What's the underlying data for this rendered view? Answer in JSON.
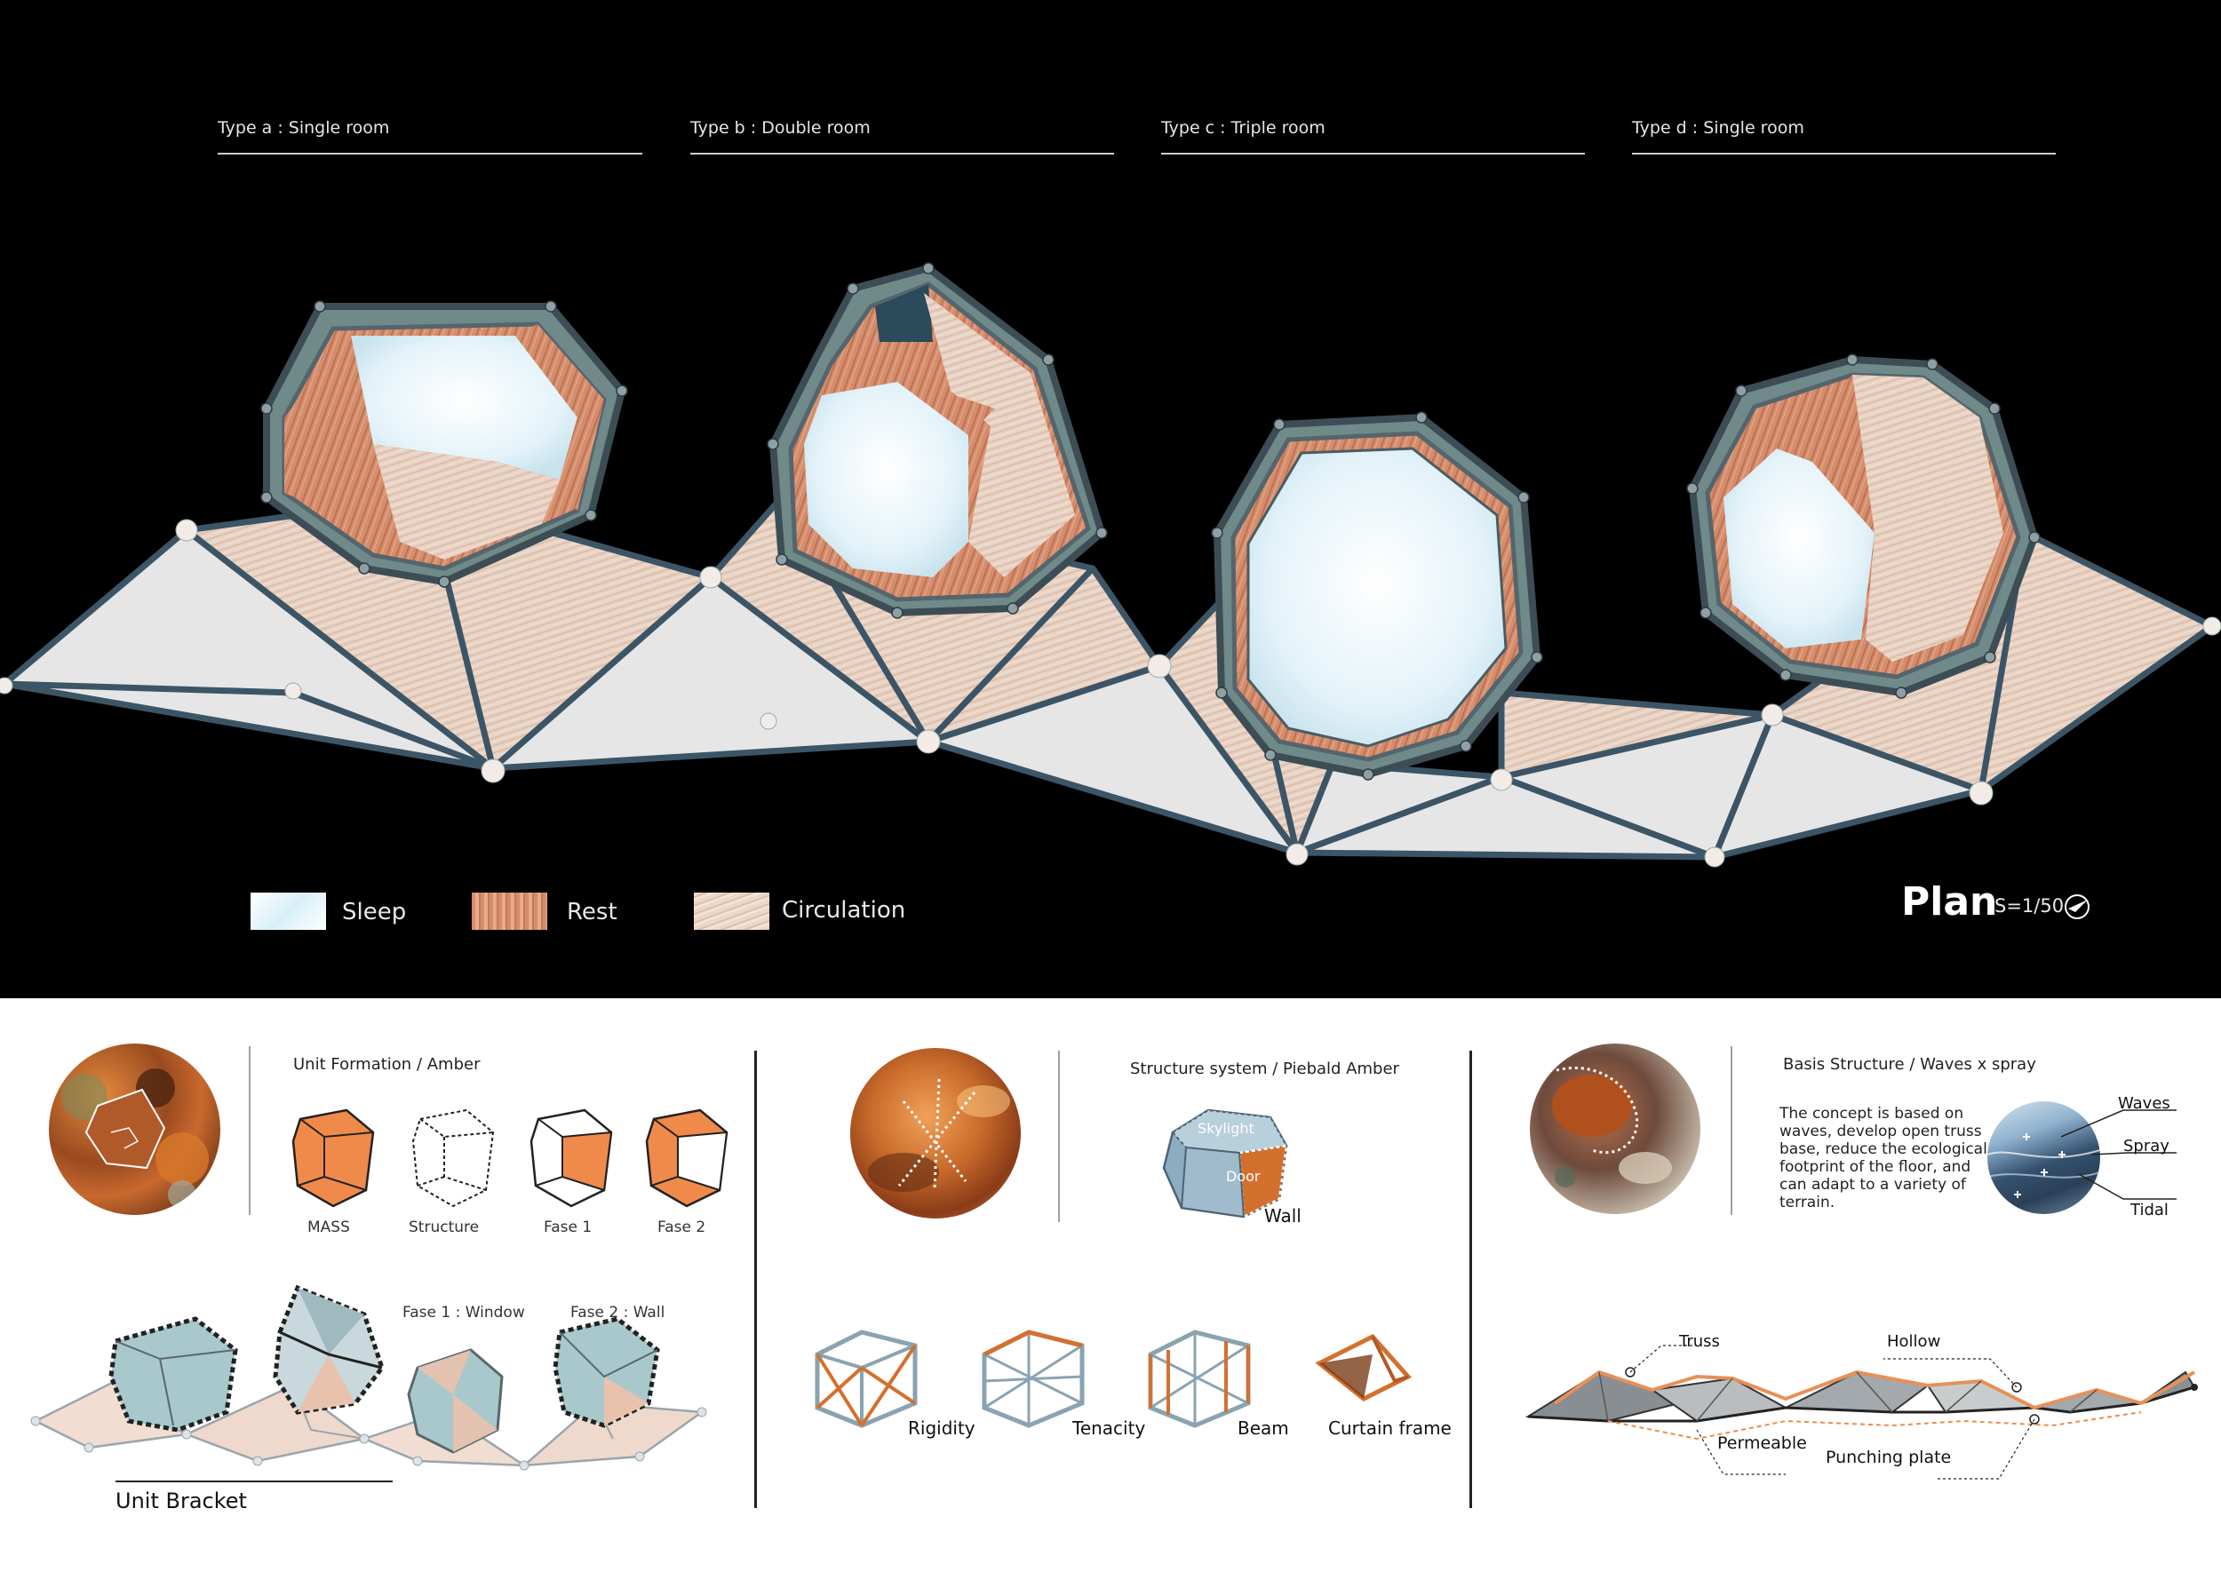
{
  "plan": {
    "types": [
      {
        "label": "Type a : Single room"
      },
      {
        "label": "Type b : Double room"
      },
      {
        "label": "Type c : Triple room"
      },
      {
        "label": "Type d : Single room"
      }
    ],
    "legend": [
      {
        "label": "Sleep",
        "color": "#e8f6fb"
      },
      {
        "label": "Rest",
        "color": "#d9967a"
      },
      {
        "label": "Circulation",
        "color": "#e7cfc0"
      }
    ],
    "title": "Plan",
    "scale": "S=1/50"
  },
  "unit_formation": {
    "title": "Unit Formation / Amber",
    "steps": [
      "MASS",
      "Structure",
      "Fase 1",
      "Fase 2"
    ],
    "phase_labels": [
      "Fase 1 : Window",
      "Fase 2 : Wall"
    ],
    "bracket_label": "Unit Bracket",
    "accent": "#f08a4b"
  },
  "structure_system": {
    "title": "Structure system / Piebald Amber",
    "cube_labels": [
      "Skylight",
      "Door",
      "Wall"
    ],
    "types": [
      "Rigidity",
      "Tenacity",
      "Beam",
      "Curtain frame"
    ],
    "frame_color": "#8aa3b1",
    "accent": "#d4702e"
  },
  "basis_structure": {
    "title": "Basis Structure  / Waves x spray",
    "paragraph": "The concept is based on waves, develop open truss base,  reduce the ecological footprint of the floor, and can adapt to a variety of terrain.",
    "wave_labels": [
      "Waves",
      "Spray",
      "Tidal"
    ],
    "truss_labels": [
      "Truss",
      "Hollow",
      "Permeable",
      "Punching plate"
    ]
  }
}
